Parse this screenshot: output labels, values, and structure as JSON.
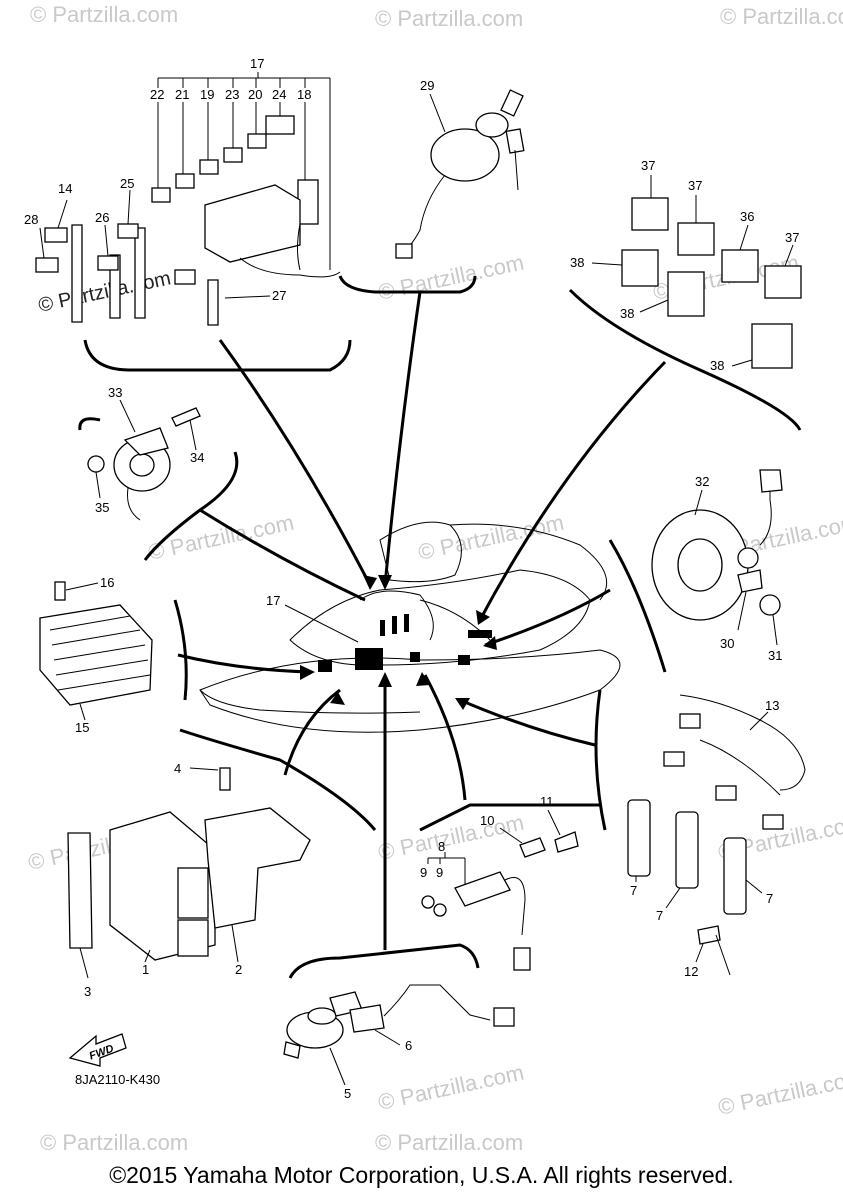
{
  "watermark": {
    "main_logo": "© Partzilla.com",
    "repeat": "© Partzilla.com"
  },
  "diagram_code": "8JA2110-K430",
  "fwd_label": "FWD",
  "copyright": "©2015 Yamaha Motor Corporation, U.S.A. All rights reserved.",
  "callouts": {
    "c1": "1",
    "c2": "2",
    "c3": "3",
    "c4": "4",
    "c5": "5",
    "c6": "6",
    "c7a": "7",
    "c7b": "7",
    "c7c": "7",
    "c8": "8",
    "c9a": "9",
    "c9b": "9",
    "c10": "10",
    "c11": "11",
    "c12": "12",
    "c13": "13",
    "c14": "14",
    "c15": "15",
    "c16": "16",
    "c17top": "17",
    "c17mid": "17",
    "c18": "18",
    "c19": "19",
    "c20": "20",
    "c21": "21",
    "c22": "22",
    "c23": "23",
    "c24": "24",
    "c25": "25",
    "c26": "26",
    "c27": "27",
    "c28": "28",
    "c29": "29",
    "c30": "30",
    "c31": "31",
    "c32": "32",
    "c33": "33",
    "c34": "34",
    "c35": "35",
    "c36": "36",
    "c37a": "37",
    "c37b": "37",
    "c37c": "37",
    "c38a": "38",
    "c38b": "38",
    "c38c": "38"
  }
}
